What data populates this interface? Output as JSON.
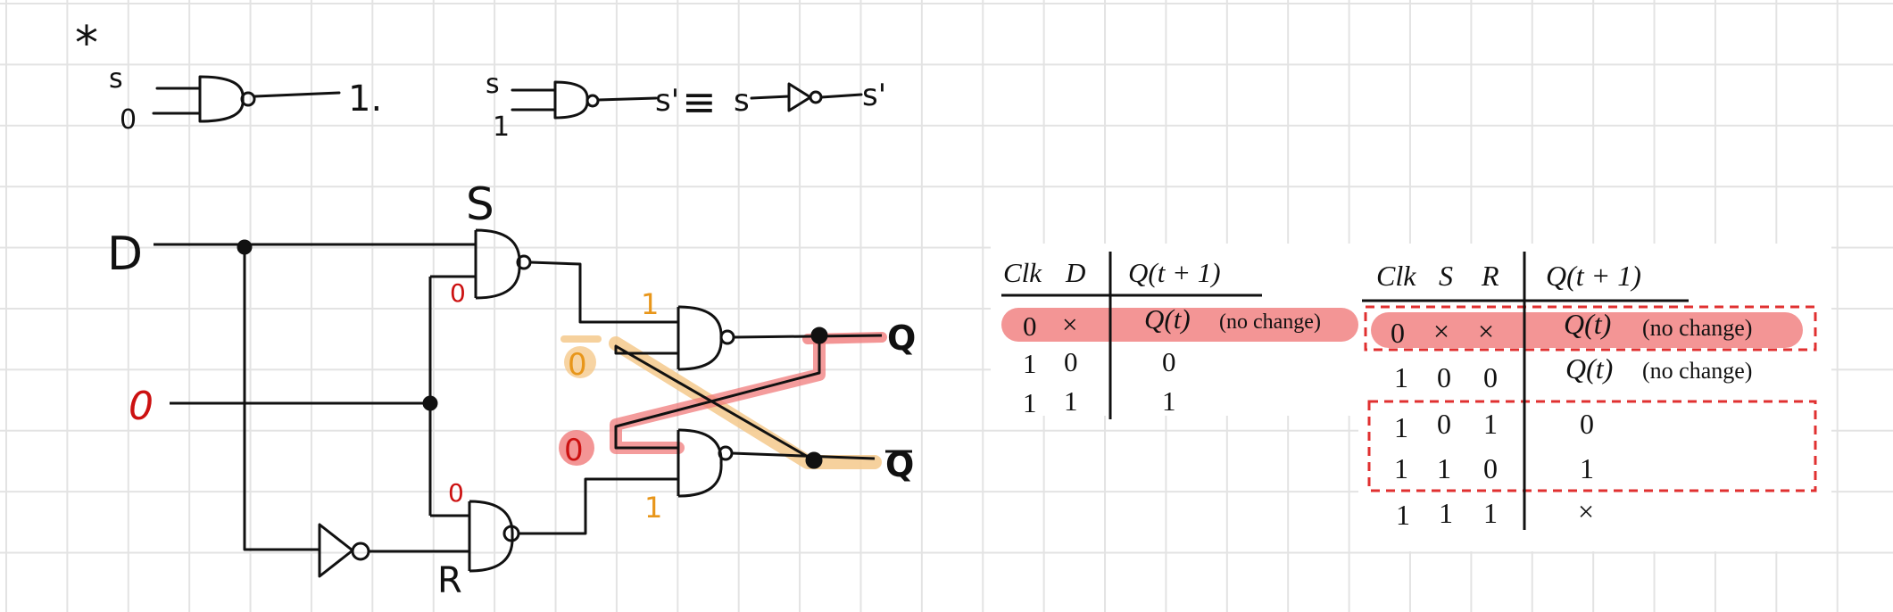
{
  "colors": {
    "ink": "#111111",
    "red_label": "#cc1111",
    "orange_label": "#e8961a",
    "red_highlight": "#f07b7b",
    "orange_highlight": "#f5c98c",
    "table_highlight": "#f28a8a",
    "dashed_box": "#e03030",
    "grid": "#e3e3e3"
  },
  "sketch": {
    "asterisk": "*",
    "eq1": {
      "in_top": "s",
      "in_bottom": "0",
      "out": "1."
    },
    "eq2": {
      "in_top": "s",
      "in_bottom": "1",
      "out": "s'",
      "equiv": "≡",
      "rhs_in": "s",
      "rhs_out": "s'"
    }
  },
  "circuit": {
    "input_d": "D",
    "input_clk_value": "0",
    "gate_s_label": "S",
    "gate_r_label": "R",
    "s_input_value": "0",
    "r_input_value": "0",
    "q_gate_top_value": "1",
    "qbar_gate_bottom_value": "1",
    "q_gate_loop_value": "0",
    "qbar_gate_loop_value": "0",
    "output_q": "Q",
    "output_qbar": "Q"
  },
  "table_d": {
    "headers": [
      "Clk",
      "D",
      "Q(t + 1)"
    ],
    "rows": [
      {
        "clk": "0",
        "d": "×",
        "q": "Q(t)",
        "note": "(no change)",
        "highlight": true
      },
      {
        "clk": "1",
        "d": "0",
        "q": "0",
        "note": ""
      },
      {
        "clk": "1",
        "d": "1",
        "q": "1",
        "note": ""
      }
    ]
  },
  "table_sr": {
    "headers": [
      "Clk",
      "S",
      "R",
      "Q(t + 1)"
    ],
    "rows": [
      {
        "clk": "0",
        "s": "×",
        "r": "×",
        "q": "Q(t)",
        "note": "(no change)",
        "highlight": true
      },
      {
        "clk": "1",
        "s": "0",
        "r": "0",
        "q": "Q(t)",
        "note": "(no change)"
      },
      {
        "clk": "1",
        "s": "0",
        "r": "1",
        "q": "0",
        "note": ""
      },
      {
        "clk": "1",
        "s": "1",
        "r": "0",
        "q": "1",
        "note": ""
      },
      {
        "clk": "1",
        "s": "1",
        "r": "1",
        "q": "×",
        "note": ""
      }
    ]
  }
}
